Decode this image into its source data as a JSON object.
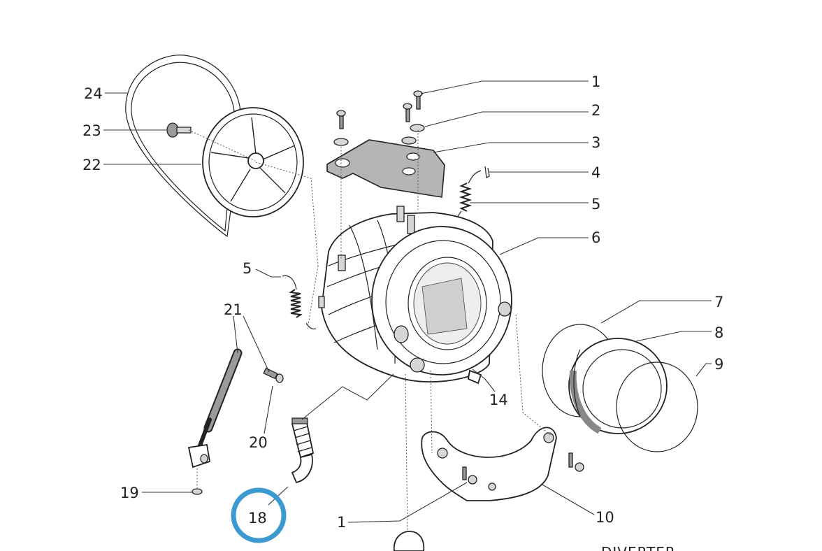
{
  "callouts": {
    "c1a": "1",
    "c2": "2",
    "c3": "3",
    "c4": "4",
    "c5a": "5",
    "c6": "6",
    "c7": "7",
    "c8": "8",
    "c9": "9",
    "c10": "10",
    "c24": "24",
    "c23": "23",
    "c22": "22",
    "c5b": "5",
    "c21": "21",
    "c20": "20",
    "c19": "19",
    "c18": "18",
    "c14": "14",
    "c1b": "1"
  },
  "footer_text": "DIVERTER",
  "highlight": {
    "target_callout": "18",
    "color": "#3d9ad1"
  }
}
